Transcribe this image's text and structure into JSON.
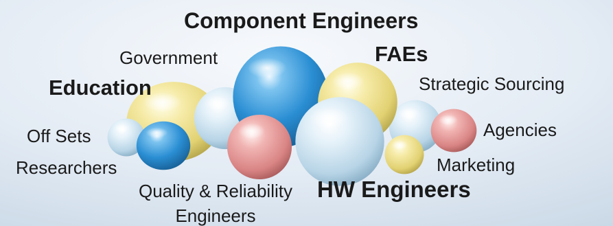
{
  "labels": {
    "component_engineers": "Component Engineers",
    "faes": "FAEs",
    "government": "Government",
    "education": "Education",
    "strategic_sourcing": "Strategic Sourcing",
    "off_sets": "Off Sets",
    "agencies": "Agencies",
    "researchers": "Researchers",
    "marketing": "Marketing",
    "quality_line1": "Quality & Reliability",
    "quality_line2": "Engineers",
    "hw_engineers": "HW Engineers"
  },
  "colors": {
    "background_light": "#f4f7fb",
    "background_mid": "#dde7f1",
    "background_edge": "#c7d6e5",
    "sphere_blue": "#2f93d6",
    "sphere_lightblue": "#cfe4f2",
    "sphere_yellow": "#efe28e",
    "sphere_pink": "#e59a9a",
    "text": "#1a1a1a"
  }
}
